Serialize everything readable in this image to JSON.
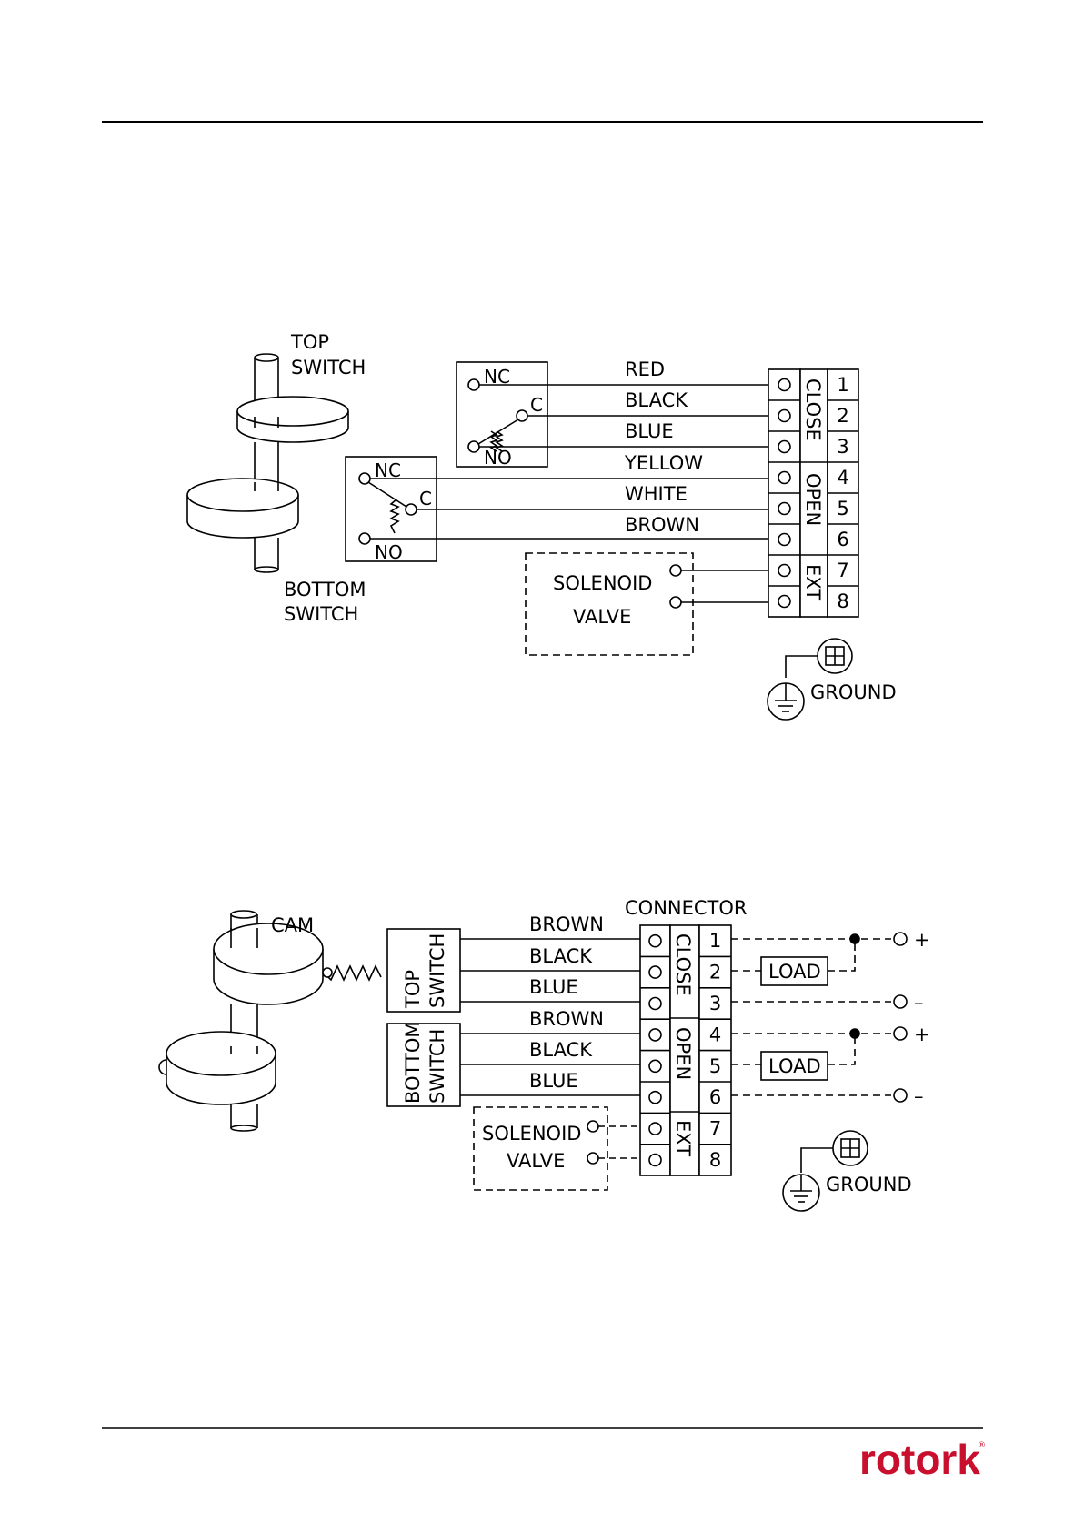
{
  "colors": {
    "ink": "#000000",
    "logo": "#c8102e",
    "background": "#ffffff"
  },
  "diagram1": {
    "top_switch_label": [
      "TOP",
      "SWITCH"
    ],
    "bottom_switch_label": [
      "BOTTOM",
      "SWITCH"
    ],
    "top_box": {
      "nc": "NC",
      "c": "C",
      "no": "NO"
    },
    "bottom_box": {
      "nc": "NC",
      "c": "C",
      "no": "NO"
    },
    "wires": [
      "RED",
      "BLACK",
      "BLUE",
      "YELLOW",
      "WHITE",
      "BROWN"
    ],
    "solenoid": [
      "SOLENOID",
      "VALVE"
    ],
    "groups": [
      "CLOSE",
      "OPEN",
      "EXT"
    ],
    "terminals": [
      "1",
      "2",
      "3",
      "4",
      "5",
      "6",
      "7",
      "8"
    ],
    "ground": "GROUND"
  },
  "diagram2": {
    "cam_label": "CAM",
    "connector_label": "CONNECTOR",
    "top_switch_label": [
      "TOP",
      "SWITCH"
    ],
    "bottom_switch_label": [
      "BOTTOM",
      "SWITCH"
    ],
    "wires": [
      "BROWN",
      "BLACK",
      "BLUE",
      "BROWN",
      "BLACK",
      "BLUE"
    ],
    "solenoid": [
      "SOLENOID",
      "VALVE"
    ],
    "groups": [
      "CLOSE",
      "OPEN",
      "EXT"
    ],
    "terminals": [
      "1",
      "2",
      "3",
      "4",
      "5",
      "6",
      "7",
      "8"
    ],
    "load": "LOAD",
    "plus": "+",
    "minus": "–",
    "ground": "GROUND"
  },
  "footer": {
    "logo": "rotork",
    "registered": "®"
  }
}
